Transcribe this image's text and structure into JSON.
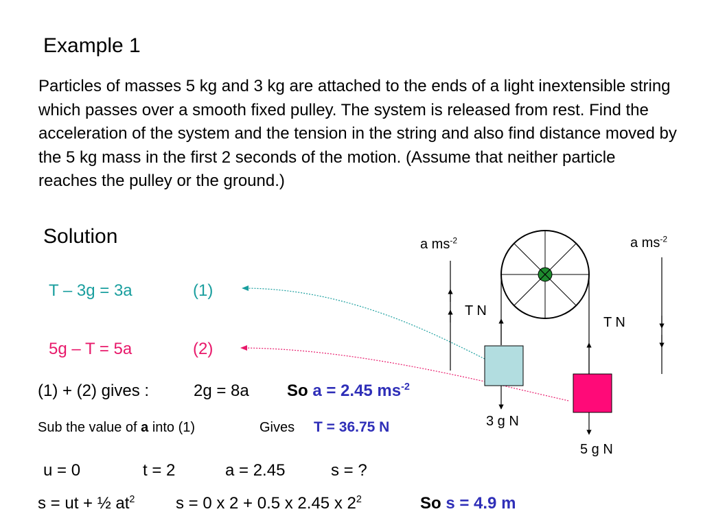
{
  "title": "Example 1",
  "problem": "Particles of masses 5 kg and 3 kg are attached to the ends of a light inextensible string which passes over a smooth fixed pulley. The system is released from rest. Find the acceleration of the system and the tension in the string and also find distance moved by the 5 kg mass in the first 2 seconds of the motion. (Assume that neither particle reaches the pulley or the ground.)",
  "solution_heading": "Solution",
  "eq1": {
    "lhs": "T – 3g = 3a",
    "num": "(1)"
  },
  "eq2": {
    "lhs": "5g – T  = 5a",
    "num": "(2)"
  },
  "combine": {
    "text": "(1) + (2) gives :",
    "result": "2g = 8a",
    "so": "So",
    "answer": "a = 2.45 ms",
    "answer_exp": "-2"
  },
  "sub": {
    "pre": "Sub the value of",
    "var": "a",
    "post": "into (1)",
    "gives": "Gives",
    "answer": "T = 36.75 N"
  },
  "knowns": {
    "u": "u = 0",
    "t": "t = 2",
    "a": "a = 2.45",
    "s": "s = ?"
  },
  "suvat": {
    "formula": "s = ut + ½ at",
    "formula_exp": "2",
    "sub": "s = 0 x 2 + 0.5 x 2.45 x 2",
    "sub_exp": "2",
    "so": "So",
    "answer": "s = 4.9 m"
  },
  "diagram": {
    "accel_left": "a ms",
    "accel_right": "a ms",
    "accel_exp": "-2",
    "tension_left": "T N",
    "tension_right": "T N",
    "weight_left": "3 g N",
    "weight_right": "5 g N"
  },
  "colors": {
    "teal": "#199e9e",
    "pink": "#e8186a",
    "blue": "#2f2fb8",
    "block_3kg": "#b2dde0",
    "block_5kg": "#ff0a78",
    "pulley_center": "#1e8a2e"
  }
}
